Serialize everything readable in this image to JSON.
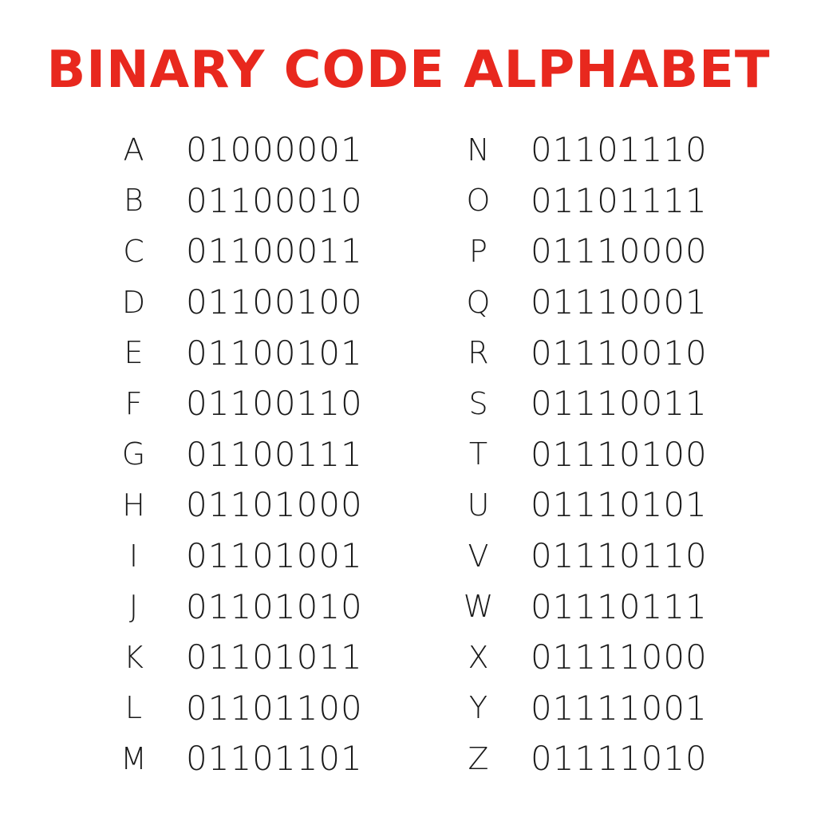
{
  "title": "BINARY CODE ALPHABET",
  "columns": [
    [
      {
        "letter": "A",
        "code": "01000001"
      },
      {
        "letter": "B",
        "code": "01100010"
      },
      {
        "letter": "C",
        "code": "01100011"
      },
      {
        "letter": "D",
        "code": "01100100"
      },
      {
        "letter": "E",
        "code": "01100101"
      },
      {
        "letter": "F",
        "code": "01100110"
      },
      {
        "letter": "G",
        "code": "01100111"
      },
      {
        "letter": "H",
        "code": "01101000"
      },
      {
        "letter": "I",
        "code": "01101001"
      },
      {
        "letter": "J",
        "code": "01101010"
      },
      {
        "letter": "K",
        "code": "01101011"
      },
      {
        "letter": "L",
        "code": "01101100"
      },
      {
        "letter": "M",
        "code": "01101101"
      }
    ],
    [
      {
        "letter": "N",
        "code": "01101110"
      },
      {
        "letter": "O",
        "code": "01101111"
      },
      {
        "letter": "P",
        "code": "01110000"
      },
      {
        "letter": "Q",
        "code": "01110001"
      },
      {
        "letter": "R",
        "code": "01110010"
      },
      {
        "letter": "S",
        "code": "01110011"
      },
      {
        "letter": "T",
        "code": "01110100"
      },
      {
        "letter": "U",
        "code": "01110101"
      },
      {
        "letter": "V",
        "code": "01110110"
      },
      {
        "letter": "W",
        "code": "01110111"
      },
      {
        "letter": "X",
        "code": "01111000"
      },
      {
        "letter": "Y",
        "code": "01111001"
      },
      {
        "letter": "Z",
        "code": "01111010"
      }
    ]
  ],
  "colors": {
    "title": "#e8281e",
    "text": "#1a1a1a",
    "background": "#ffffff"
  }
}
